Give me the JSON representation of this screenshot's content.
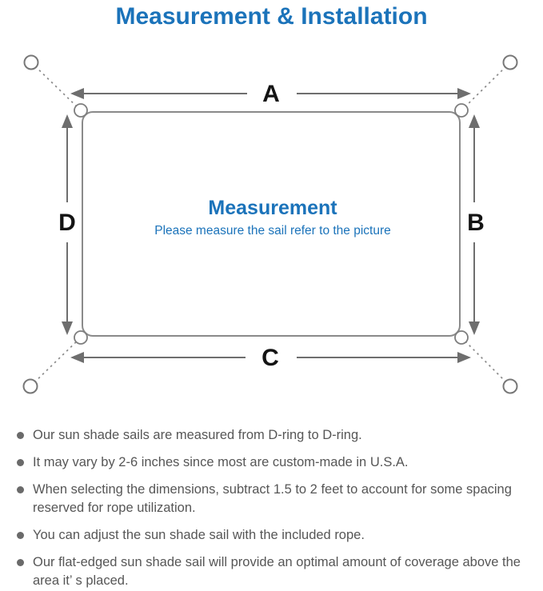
{
  "page": {
    "title": "Measurement & Installation"
  },
  "diagram": {
    "dimension_labels": {
      "top": "A",
      "right": "B",
      "bottom": "C",
      "left": "D"
    },
    "center_title": "Measurement",
    "center_subtitle": "Please measure the sail refer to the picture"
  },
  "notes": {
    "items": [
      "Our sun shade sails are measured from D-ring to D-ring.",
      "It may vary by 2-6 inches since most are custom-made in U.S.A.",
      "When selecting the dimensions, subtract 1.5 to 2 feet to account for some spacing reserved for rope utilization.",
      "You can adjust the sun shade sail with the included rope.",
      "Our flat-edged sun shade sail will provide an optimal amount of coverage above the area it’ s placed."
    ]
  },
  "colors": {
    "accent_blue": "#1b73ba",
    "body_text_gray": "#565656",
    "outline_gray": "#8a8a8a",
    "arrow_gray": "#6e6e6e",
    "label_black": "#141414"
  }
}
